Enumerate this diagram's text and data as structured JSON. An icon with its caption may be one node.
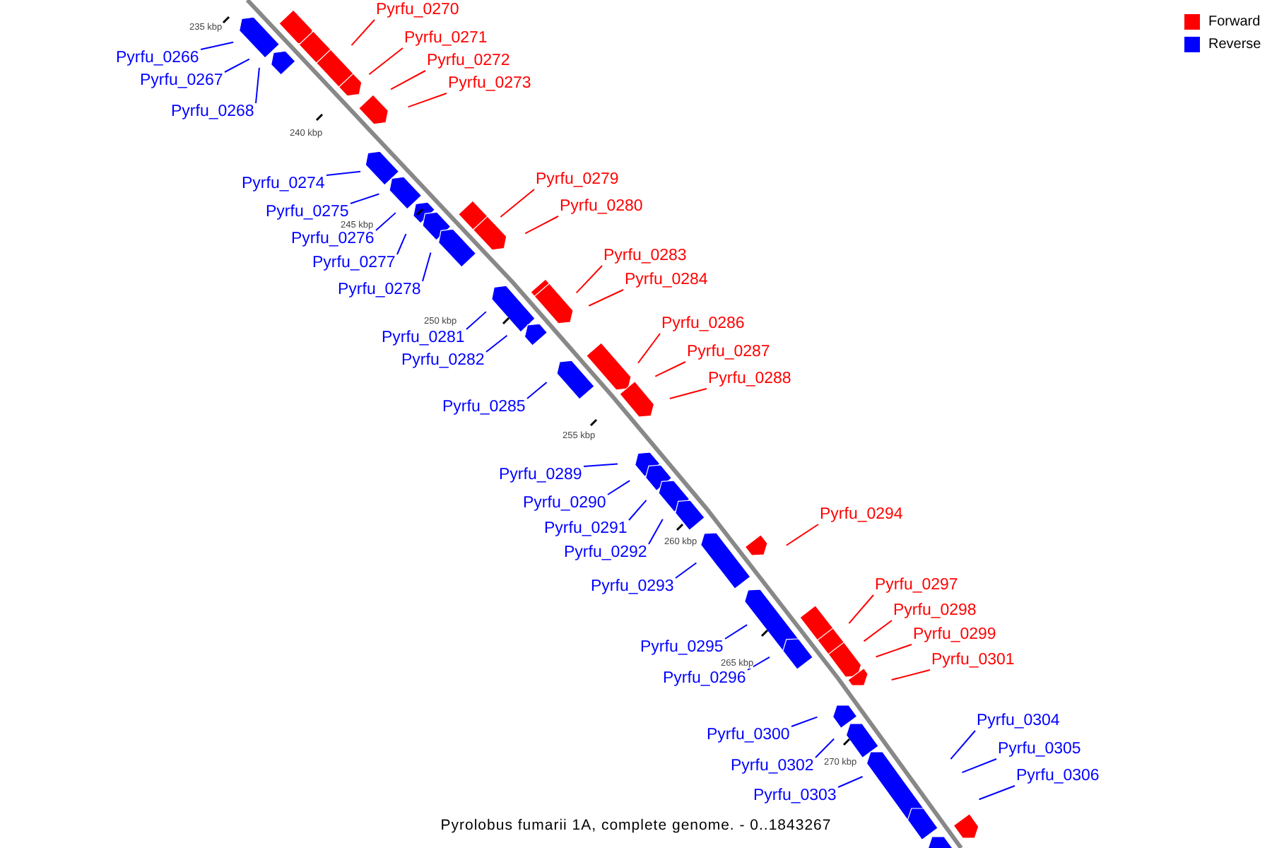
{
  "diagram": {
    "caption": "Pyrolobus fumarii 1A, complete genome. - 0..1843267",
    "nodes": [
      {
        "text": [
          "Pyrfu_0270"
        ]
      },
      {
        "text": [
          "Pyrfu_0271"
        ]
      },
      {
        "text": [
          "Pyrfu_0266"
        ]
      },
      {
        "text": [
          "Pyrfu_0272"
        ]
      },
      {
        "text": [
          "Pyrfu_0267"
        ]
      },
      {
        "text": [
          "Pyrfu_0273"
        ]
      },
      {
        "text": [
          "Pyrfu_0268"
        ]
      },
      {
        "text": [
          "Pyrfu_0279"
        ]
      },
      {
        "text": [
          "Pyrfu_0274"
        ]
      },
      {
        "text": [
          "Pyrfu_0280"
        ]
      },
      {
        "text": [
          "Pyrfu_0275"
        ]
      },
      {
        "text": [
          "Pyrfu_0276"
        ]
      },
      {
        "text": [
          "Pyrfu_0283"
        ]
      },
      {
        "text": [
          "Pyrfu_0277"
        ]
      },
      {
        "text": [
          "Pyrfu_0284"
        ]
      },
      {
        "text": [
          "Pyrfu_0278"
        ]
      },
      {
        "text": [
          "Pyrfu_0286"
        ]
      },
      {
        "text": [
          "Pyrfu_0281"
        ]
      },
      {
        "text": [
          "Pyrfu_0287"
        ]
      },
      {
        "text": [
          "Pyrfu_0282"
        ]
      },
      {
        "text": [
          "Pyrfu_0288"
        ]
      },
      {
        "text": [
          "Pyrfu_0285"
        ]
      },
      {
        "text": [
          "Pyrfu_0289"
        ]
      },
      {
        "text": [
          "Pyrfu_0290"
        ]
      },
      {
        "text": [
          "Pyrfu_0294"
        ]
      },
      {
        "text": [
          "Pyrfu_0291"
        ]
      },
      {
        "text": [
          "Pyrfu_0292"
        ]
      },
      {
        "text": [
          "Pyrfu_0297"
        ]
      },
      {
        "text": [
          "Pyrfu_0293"
        ]
      },
      {
        "text": [
          "Pyrfu_0298"
        ]
      },
      {
        "text": [
          "Pyrfu_0299"
        ]
      },
      {
        "text": [
          "Pyrfu_0295"
        ]
      },
      {
        "text": [
          "Pyrfu_0301"
        ]
      },
      {
        "text": [
          "Pyrfu_0296"
        ]
      },
      {
        "text": [
          "Pyrfu_0304"
        ]
      },
      {
        "text": [
          "Pyrfu_0300"
        ]
      },
      {
        "text": [
          "Pyrfu_0305"
        ]
      },
      {
        "text": [
          "Pyrfu_0302"
        ]
      },
      {
        "text": [
          "Pyrfu_0306"
        ]
      },
      {
        "text": [
          "Pyrfu_0303"
        ]
      }
    ],
    "edges": [
      {
        "from": 0,
        "to": null,
        "arrow": "none",
        "color": "#ff0000"
      },
      {
        "from": 1,
        "to": null,
        "arrow": "none",
        "color": "#ff0000"
      },
      {
        "from": 2,
        "to": null,
        "arrow": "none"
      },
      {
        "from": 3,
        "to": null,
        "arrow": "none",
        "color": "#ff0000"
      },
      {
        "from": 4,
        "to": null,
        "arrow": "none"
      },
      {
        "from": 5,
        "to": null,
        "arrow": "none",
        "color": "#ff0000"
      },
      {
        "from": 6,
        "to": null,
        "arrow": "none"
      },
      {
        "from": 7,
        "to": null,
        "arrow": "none",
        "color": "#ff0000"
      },
      {
        "from": 8,
        "to": null,
        "arrow": "none"
      },
      {
        "from": 9,
        "to": null,
        "arrow": "none",
        "color": "#ff0000"
      },
      {
        "from": 10,
        "to": null,
        "arrow": "none"
      },
      {
        "from": 11,
        "to": null,
        "arrow": "none"
      },
      {
        "from": 12,
        "to": null,
        "arrow": "none",
        "color": "#ff0000"
      },
      {
        "from": 13,
        "to": null,
        "arrow": "none"
      },
      {
        "from": 14,
        "to": null,
        "arrow": "none",
        "color": "#ff0000"
      },
      {
        "from": 15,
        "to": null,
        "arrow": "none"
      },
      {
        "from": 16,
        "to": null,
        "arrow": "none",
        "color": "#ff0000"
      },
      {
        "from": 17,
        "to": null,
        "arrow": "none"
      },
      {
        "from": 18,
        "to": null,
        "arrow": "none",
        "color": "#ff0000"
      },
      {
        "from": 19,
        "to": null,
        "arrow": "none"
      },
      {
        "from": 20,
        "to": null,
        "arrow": "none",
        "color": "#ff0000"
      },
      {
        "from": 21,
        "to": null,
        "arrow": "none"
      },
      {
        "from": 22,
        "to": null,
        "arrow": "none"
      },
      {
        "from": 23,
        "to": null,
        "arrow": "none"
      },
      {
        "from": 24,
        "to": null,
        "arrow": "none",
        "color": "#ff0000"
      },
      {
        "from": 25,
        "to": null,
        "arrow": "none"
      },
      {
        "from": 26,
        "to": null,
        "arrow": "none"
      },
      {
        "from": 27,
        "to": null,
        "arrow": "none",
        "color": "#ff0000"
      },
      {
        "from": 28,
        "to": null,
        "arrow": "none"
      },
      {
        "from": 29,
        "to": null,
        "arrow": "none",
        "color": "#ff0000"
      },
      {
        "from": 30,
        "to": null,
        "arrow": "none",
        "color": "#ff0000"
      },
      {
        "from": 31,
        "to": null,
        "arrow": "none"
      },
      {
        "from": 32,
        "to": null,
        "arrow": "none",
        "color": "#ff0000"
      },
      {
        "from": 33,
        "to": null,
        "arrow": "none"
      },
      {
        "from": 34,
        "to": null,
        "arrow": "none"
      },
      {
        "from": 35,
        "to": null,
        "arrow": "none"
      },
      {
        "from": 36,
        "to": null,
        "arrow": "none"
      },
      {
        "from": 37,
        "to": null,
        "arrow": "none"
      },
      {
        "from": 38,
        "to": null,
        "arrow": "none"
      },
      {
        "from": 39,
        "to": null,
        "arrow": "none"
      }
    ],
    "labels": [
      "235 kbp",
      "240 kbp",
      "245 kbp",
      "250 kbp",
      "255 kbp",
      "260 kbp",
      "265 kbp",
      "270 kbp"
    ],
    "legend": [
      {
        "text": "Forward",
        "color": "#ff0000"
      },
      {
        "text": "Reverse",
        "color": "#0000ff"
      }
    ]
  }
}
